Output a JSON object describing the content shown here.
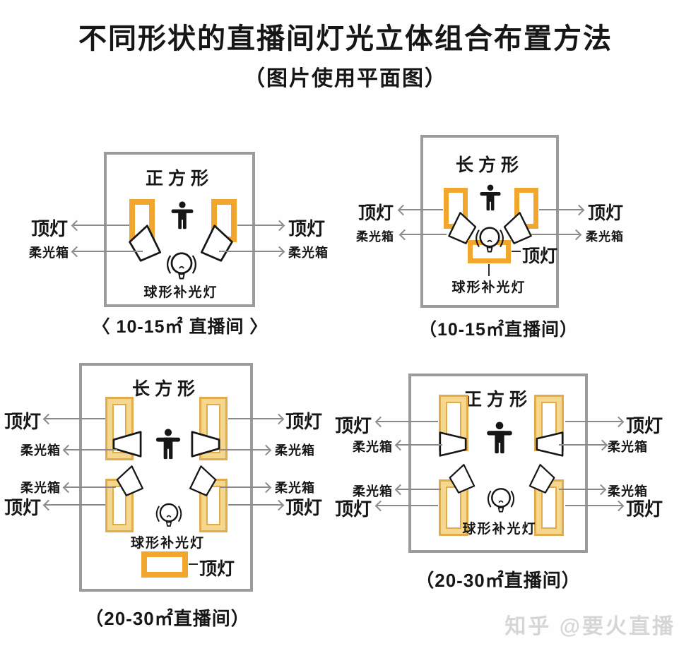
{
  "page": {
    "title": "不同形状的直播间灯光立体组合布置方法",
    "subtitle": "（图片使用平面图）",
    "watermark": "知乎 @要火直播"
  },
  "legend": {
    "ceiling_light": "顶灯",
    "softbox": "柔光箱",
    "sphere_fill_light": "球形补光灯"
  },
  "diagrams": {
    "small_square": {
      "shape": "正方形",
      "caption": "〈 10-15㎡ 直播间 〉",
      "ceiling_light_count": 2,
      "softbox_count": 2,
      "sphere_fill_light_count": 1
    },
    "small_rect": {
      "shape": "长方形",
      "caption": "（10-15㎡直播间）",
      "ceiling_light_count": 3,
      "softbox_count": 2,
      "sphere_fill_light_count": 1
    },
    "large_rect": {
      "shape": "长方形",
      "caption": "（20-30㎡直播间）",
      "ceiling_light_count": 5,
      "softbox_count": 4,
      "sphere_fill_light_count": 1
    },
    "large_square": {
      "shape": "正方形",
      "caption": "（20-30㎡直播间）",
      "ceiling_light_count": 4,
      "softbox_count": 4,
      "sphere_fill_light_count": 1
    }
  },
  "colors": {
    "lamp_orange": "#F1A62E",
    "lamp_pale_fill": "#F5D78E",
    "lamp_pale_edge": "#E2AC4D",
    "room_border_gray": "#9B9B9B",
    "arrow_gray": "#8A8A8A",
    "text_black": "#161616",
    "watermark_gray": "#D6D6D6"
  }
}
